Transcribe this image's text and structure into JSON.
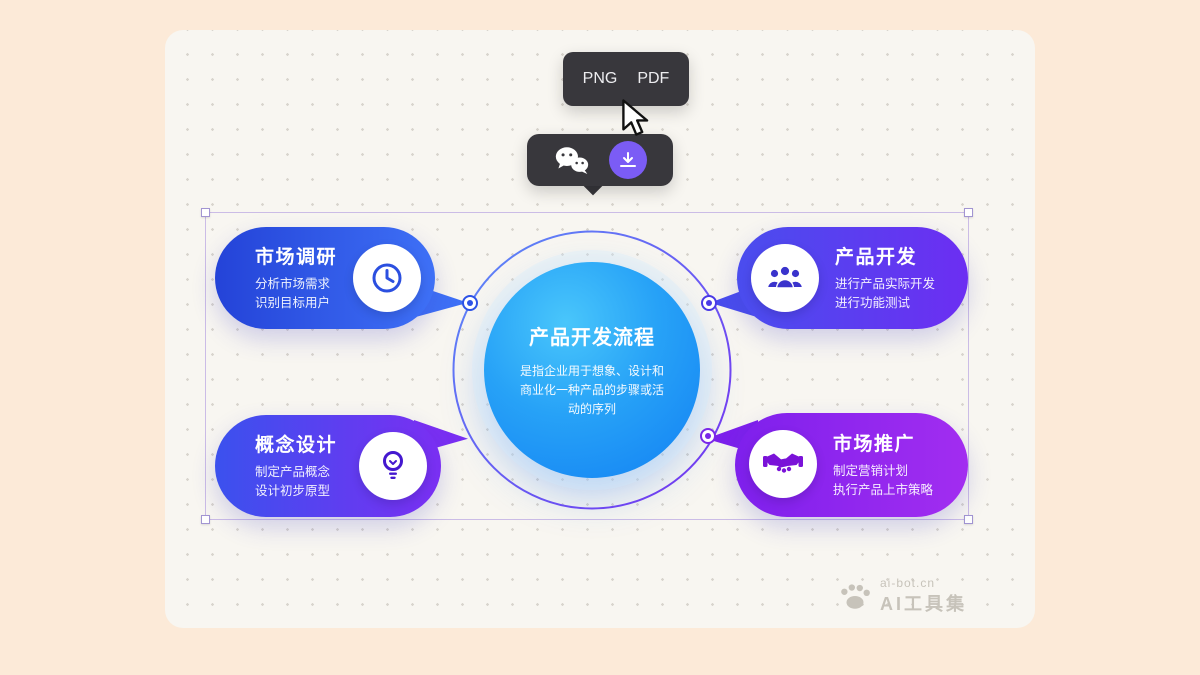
{
  "export_menu": {
    "items": [
      {
        "label": "PNG"
      },
      {
        "label": "PDF"
      }
    ]
  },
  "toolbar": {
    "icons": [
      "wechat-share-icon",
      "download-icon"
    ]
  },
  "diagram": {
    "center": {
      "title": "产品开发流程",
      "description_lines": [
        "是指企业用于想象、设计和",
        "商业化一种产品的步骤或活",
        "动的序列"
      ]
    },
    "nodes": [
      {
        "id": "market-research",
        "title": "市场调研",
        "desc_lines": [
          "分析市场需求",
          "识别目标用户"
        ],
        "icon": "clock-icon",
        "position": "top-left"
      },
      {
        "id": "product-development",
        "title": "产品开发",
        "desc_lines": [
          "进行产品实际开发",
          "进行功能测试"
        ],
        "icon": "team-icon",
        "position": "top-right"
      },
      {
        "id": "concept-design",
        "title": "概念设计",
        "desc_lines": [
          "制定产品概念",
          "设计初步原型"
        ],
        "icon": "bulb-icon",
        "position": "bottom-left"
      },
      {
        "id": "marketing",
        "title": "市场推广",
        "desc_lines": [
          "制定营销计划",
          "执行产品上市策略"
        ],
        "icon": "handshake-icon",
        "position": "bottom-right"
      }
    ]
  },
  "watermark": {
    "site": "ai-bot.cn",
    "name": "AI工具集"
  },
  "colors": {
    "page_bg": "#fcead8",
    "canvas_bg": "#f8f6f1",
    "menu_bg": "#38373c",
    "download_accent": "#7b5cf5",
    "center_blue": "#1280f3",
    "node_blue": "#2443d8",
    "node_purple": "#a22df0",
    "selection": "#cbbce6"
  }
}
